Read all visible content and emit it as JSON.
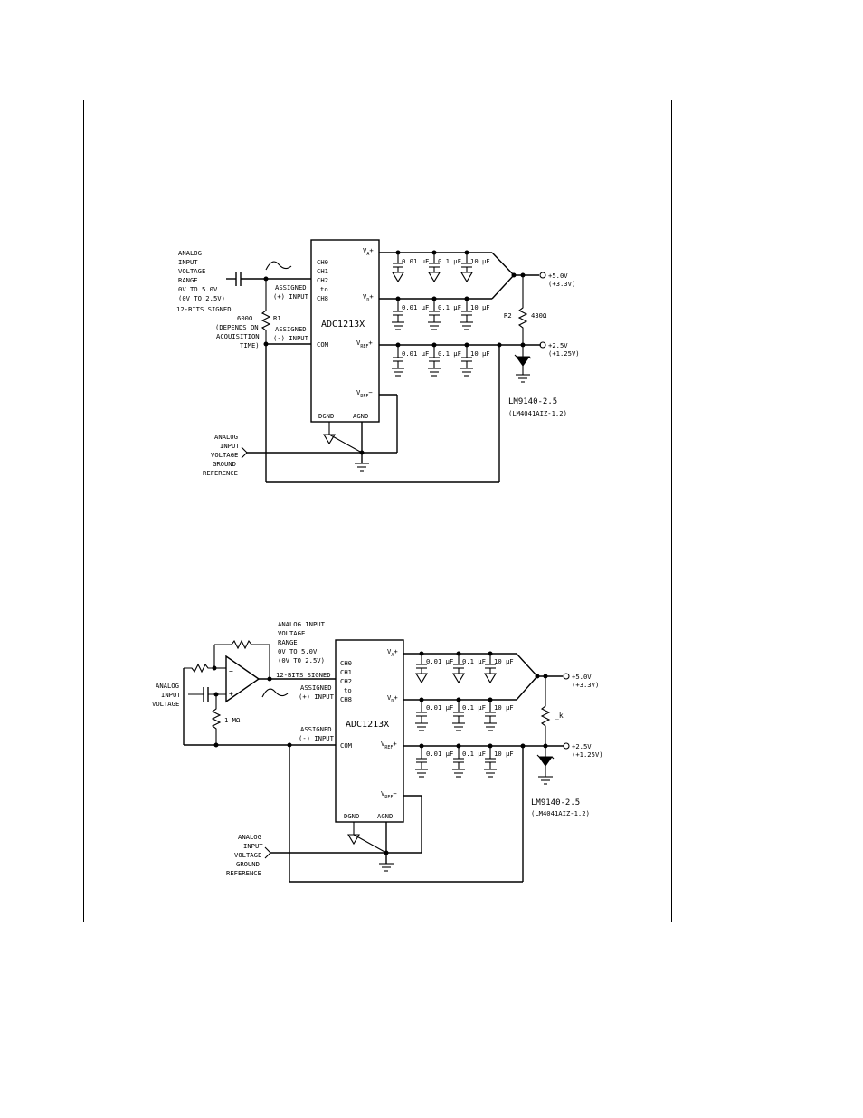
{
  "top": {
    "input_block": [
      "ANALOG",
      "INPUT",
      "VOLTAGE",
      "RANGE",
      "0V TO 5.0V",
      "(0V TO 2.5V)",
      "12-BITS SIGNED"
    ],
    "r1_block": [
      "600Ω",
      "(DEPENDS ON",
      "ACQUISITION",
      "TIME)"
    ],
    "r1_label": "R1",
    "assigned_plus": [
      "ASSIGNED",
      "(+) INPUT"
    ],
    "assigned_minus": [
      "ASSIGNED",
      "(-) INPUT"
    ],
    "chip_name": "ADC1213X",
    "pins_left": [
      "CH0",
      "CH1",
      "CH2",
      "to",
      "CH8"
    ],
    "pin_com": "COM",
    "pin_va": "V",
    "pin_va_sub": "A",
    "pin_vd": "V",
    "pin_vd_sub": "D",
    "pin_vref_plus": "V",
    "pin_vref_sub": "REF",
    "pin_vref_minus": "V",
    "pin_dgnd": "DGND",
    "pin_agnd": "AGND",
    "caps": [
      "0.01 µF",
      "0.1 µF",
      "10 µF"
    ],
    "v50": "+5.0V",
    "v33": "(+3.3V)",
    "v25": "+2.5V",
    "v125": "(+1.25V)",
    "r2_label": "R2",
    "r2_value": "430Ω",
    "ref_name": "LM9140-2.5",
    "ref_alt": "(LM4041AIZ-1.2)",
    "gnd_ref_block": [
      "ANALOG",
      "INPUT",
      "VOLTAGE",
      "GROUND",
      "REFERENCE"
    ]
  },
  "bottom": {
    "input_block": [
      "ANALOG INPUT",
      "VOLTAGE",
      "RANGE",
      "0V TO 5.0V",
      "(0V TO 2.5V)",
      "12-BITS SIGNED"
    ],
    "analog_input": [
      "ANALOG",
      "INPUT",
      "VOLTAGE"
    ],
    "res_1m": "1 MΩ",
    "assigned_plus": [
      "ASSIGNED",
      "(+) INPUT"
    ],
    "assigned_minus": [
      "ASSIGNED",
      "(-) INPUT"
    ],
    "chip_name": "ADC1213X",
    "pins_left": [
      "CH0",
      "CH1",
      "CH2",
      "to",
      "CH8"
    ],
    "pin_com": "COM",
    "pin_dgnd": "DGND",
    "pin_agnd": "AGND",
    "caps": [
      "0.01 µF",
      "0.1 µF",
      "10 µF"
    ],
    "v50": "+5.0V",
    "v33": "(+3.3V)",
    "v25": "+2.5V",
    "v125": "(+1.25V)",
    "r_label": "_k",
    "ref_name": "LM9140-2.5",
    "ref_alt": "(LM4041AIZ-1.2)",
    "gnd_ref_block": [
      "ANALOG",
      "INPUT",
      "VOLTAGE",
      "GROUND",
      "REFERENCE"
    ]
  }
}
